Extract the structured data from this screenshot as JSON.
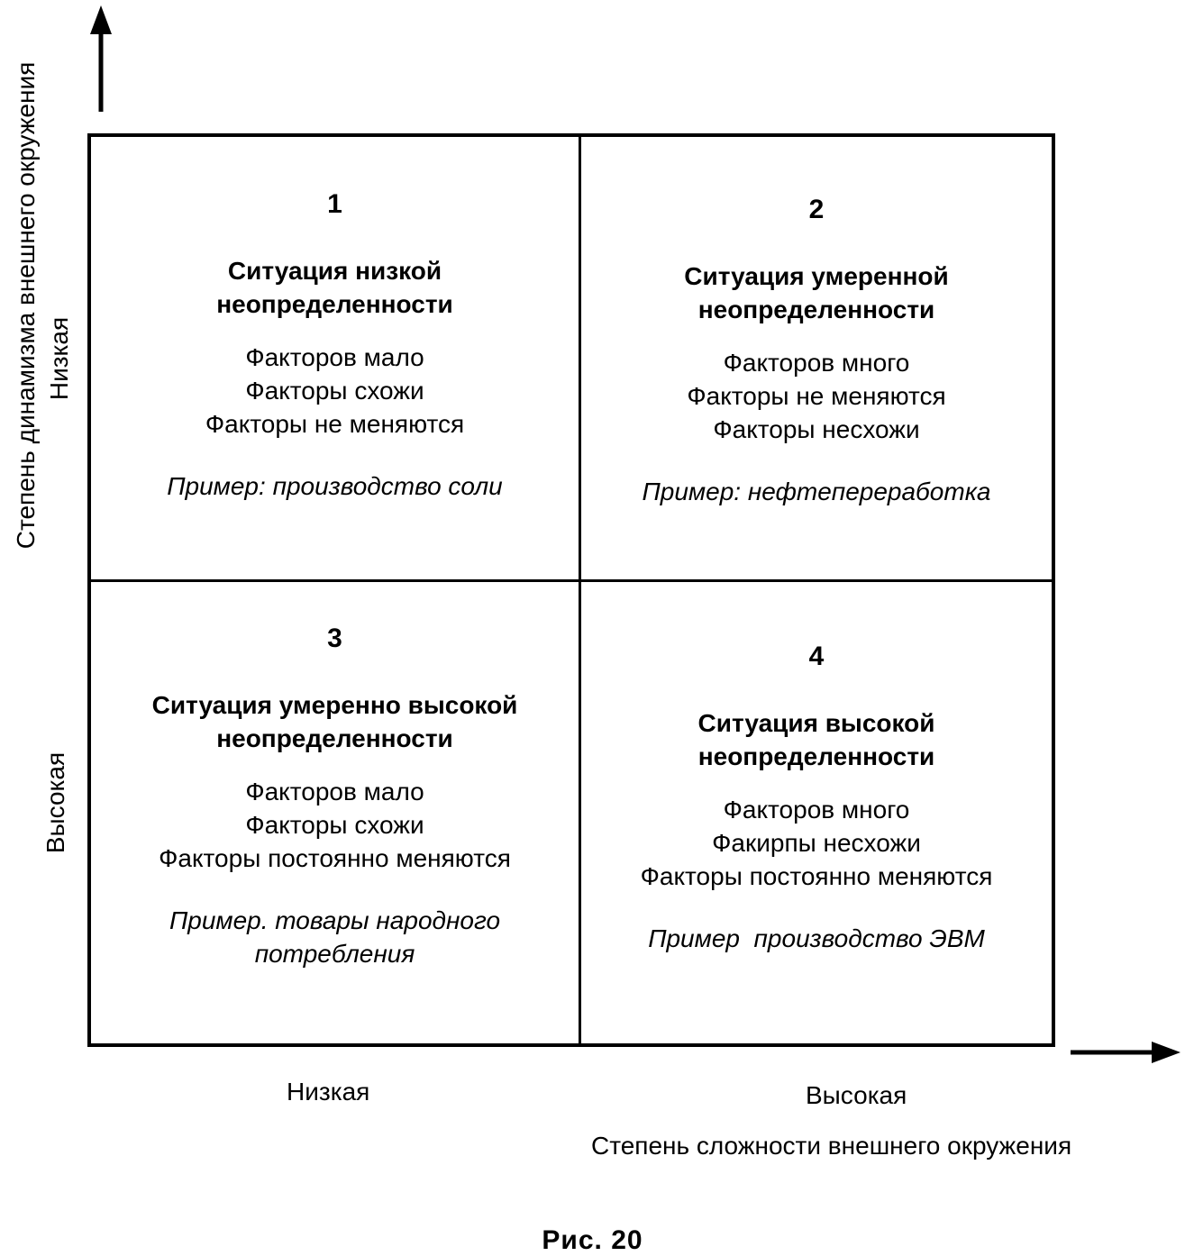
{
  "y_axis": {
    "title": "Степень динамизма внешнего окружения",
    "low": "Низкая",
    "high": "Высокая"
  },
  "x_axis": {
    "title": "Степень сложности внешнего окружения",
    "low": "Низкая",
    "high": "Высокая"
  },
  "cells": [
    {
      "number": "1",
      "title": [
        "Ситуация низкой",
        "неопределенности"
      ],
      "factors": [
        "Факторов мало",
        "Факторы схожи",
        "Факторы не меняются"
      ],
      "example": [
        "Пример: производство соли"
      ]
    },
    {
      "number": "2",
      "title": [
        "Ситуация умеренной",
        "неопределенности"
      ],
      "factors": [
        "Факторов много",
        "Факторы не меняются",
        "Факторы несхожи"
      ],
      "example": [
        "Пример: нефтепереработка"
      ]
    },
    {
      "number": "3",
      "title": [
        "Ситуация умеренно высокой",
        "неопределенности"
      ],
      "factors": [
        "Факторов мало",
        "Факторы схожи",
        "Факторы постоянно меняются"
      ],
      "example": [
        "Пример. товары народного",
        "потребления"
      ]
    },
    {
      "number": "4",
      "title": [
        "Ситуация высокой",
        "неопределенности"
      ],
      "factors": [
        "Факторов много",
        "Факирпы несхожи",
        "Факторы постоянно меняются"
      ],
      "example": [
        "Пример  производство ЭВМ"
      ]
    }
  ],
  "caption": "Рис. 20"
}
